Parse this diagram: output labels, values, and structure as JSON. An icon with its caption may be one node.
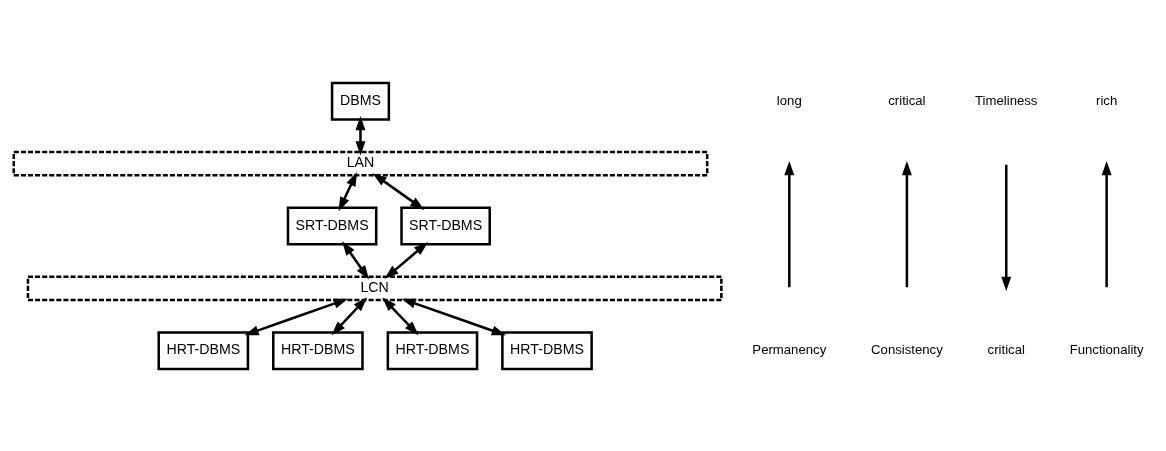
{
  "diagram": {
    "nodes": [
      {
        "text": [
          "DBMS"
        ]
      },
      {
        "text": [
          "LAN"
        ]
      },
      {
        "text": [
          "SRT-DBMS"
        ]
      },
      {
        "text": [
          "SRT-DBMS"
        ]
      },
      {
        "text": [
          "LCN"
        ]
      },
      {
        "text": [
          "HRT-DBMS"
        ]
      },
      {
        "text": [
          "HRT-DBMS"
        ]
      },
      {
        "text": [
          "HRT-DBMS"
        ]
      },
      {
        "text": [
          "HRT-DBMS"
        ]
      }
    ],
    "edges": [
      {
        "from": 0,
        "to": 1,
        "arrow": "both"
      },
      {
        "from": 1,
        "to": 2,
        "arrow": "both"
      },
      {
        "from": 1,
        "to": 3,
        "arrow": "both"
      },
      {
        "from": 2,
        "to": 4,
        "arrow": "both"
      },
      {
        "from": 3,
        "to": 4,
        "arrow": "both"
      },
      {
        "from": 4,
        "to": 5,
        "arrow": "both"
      },
      {
        "from": 4,
        "to": 6,
        "arrow": "both"
      },
      {
        "from": 4,
        "to": 7,
        "arrow": "both"
      },
      {
        "from": 4,
        "to": 8,
        "arrow": "both"
      }
    ],
    "labels": [
      "long",
      "Permanency",
      "critical",
      "Consistency",
      "Timeliness",
      "critical",
      "rich",
      "Functionality"
    ]
  }
}
